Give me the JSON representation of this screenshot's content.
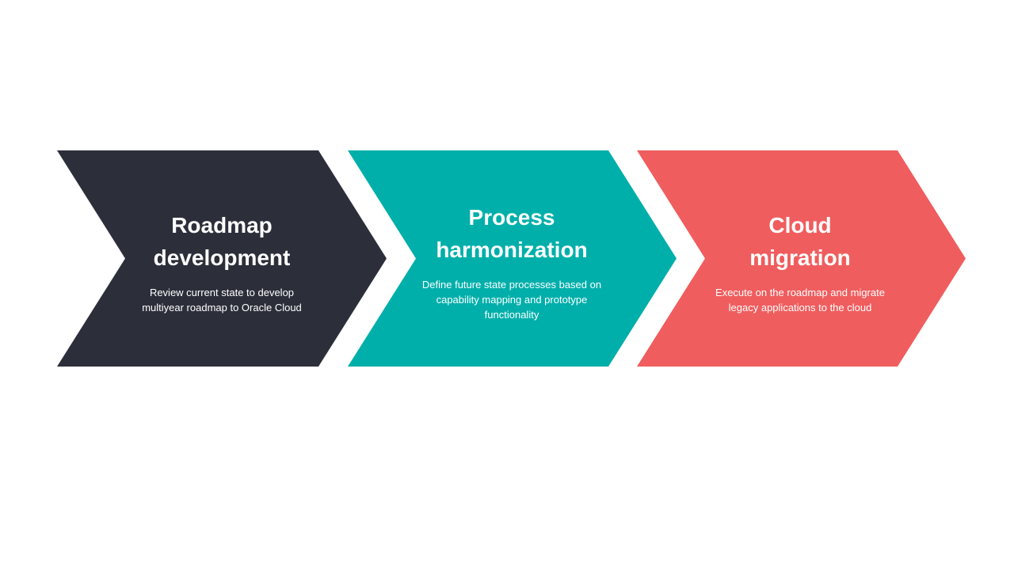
{
  "diagram": {
    "steps": [
      {
        "title_line1": "Roadmap",
        "title_line2": "development",
        "desc_line1": "Review current state to develop",
        "desc_line2": "multiyear roadmap to Oracle Cloud",
        "desc_line3": "",
        "color": "#2C2F3A"
      },
      {
        "title_line1": "Process",
        "title_line2": "harmonization",
        "desc_line1": "Define future state processes based on",
        "desc_line2": "capability mapping and prototype",
        "desc_line3": "functionality",
        "color": "#00AFAA"
      },
      {
        "title_line1": "Cloud",
        "title_line2": "migration",
        "desc_line1": "Execute on the roadmap and migrate",
        "desc_line2": "legacy applications to the cloud",
        "desc_line3": "",
        "color": "#F05D5E"
      }
    ]
  }
}
